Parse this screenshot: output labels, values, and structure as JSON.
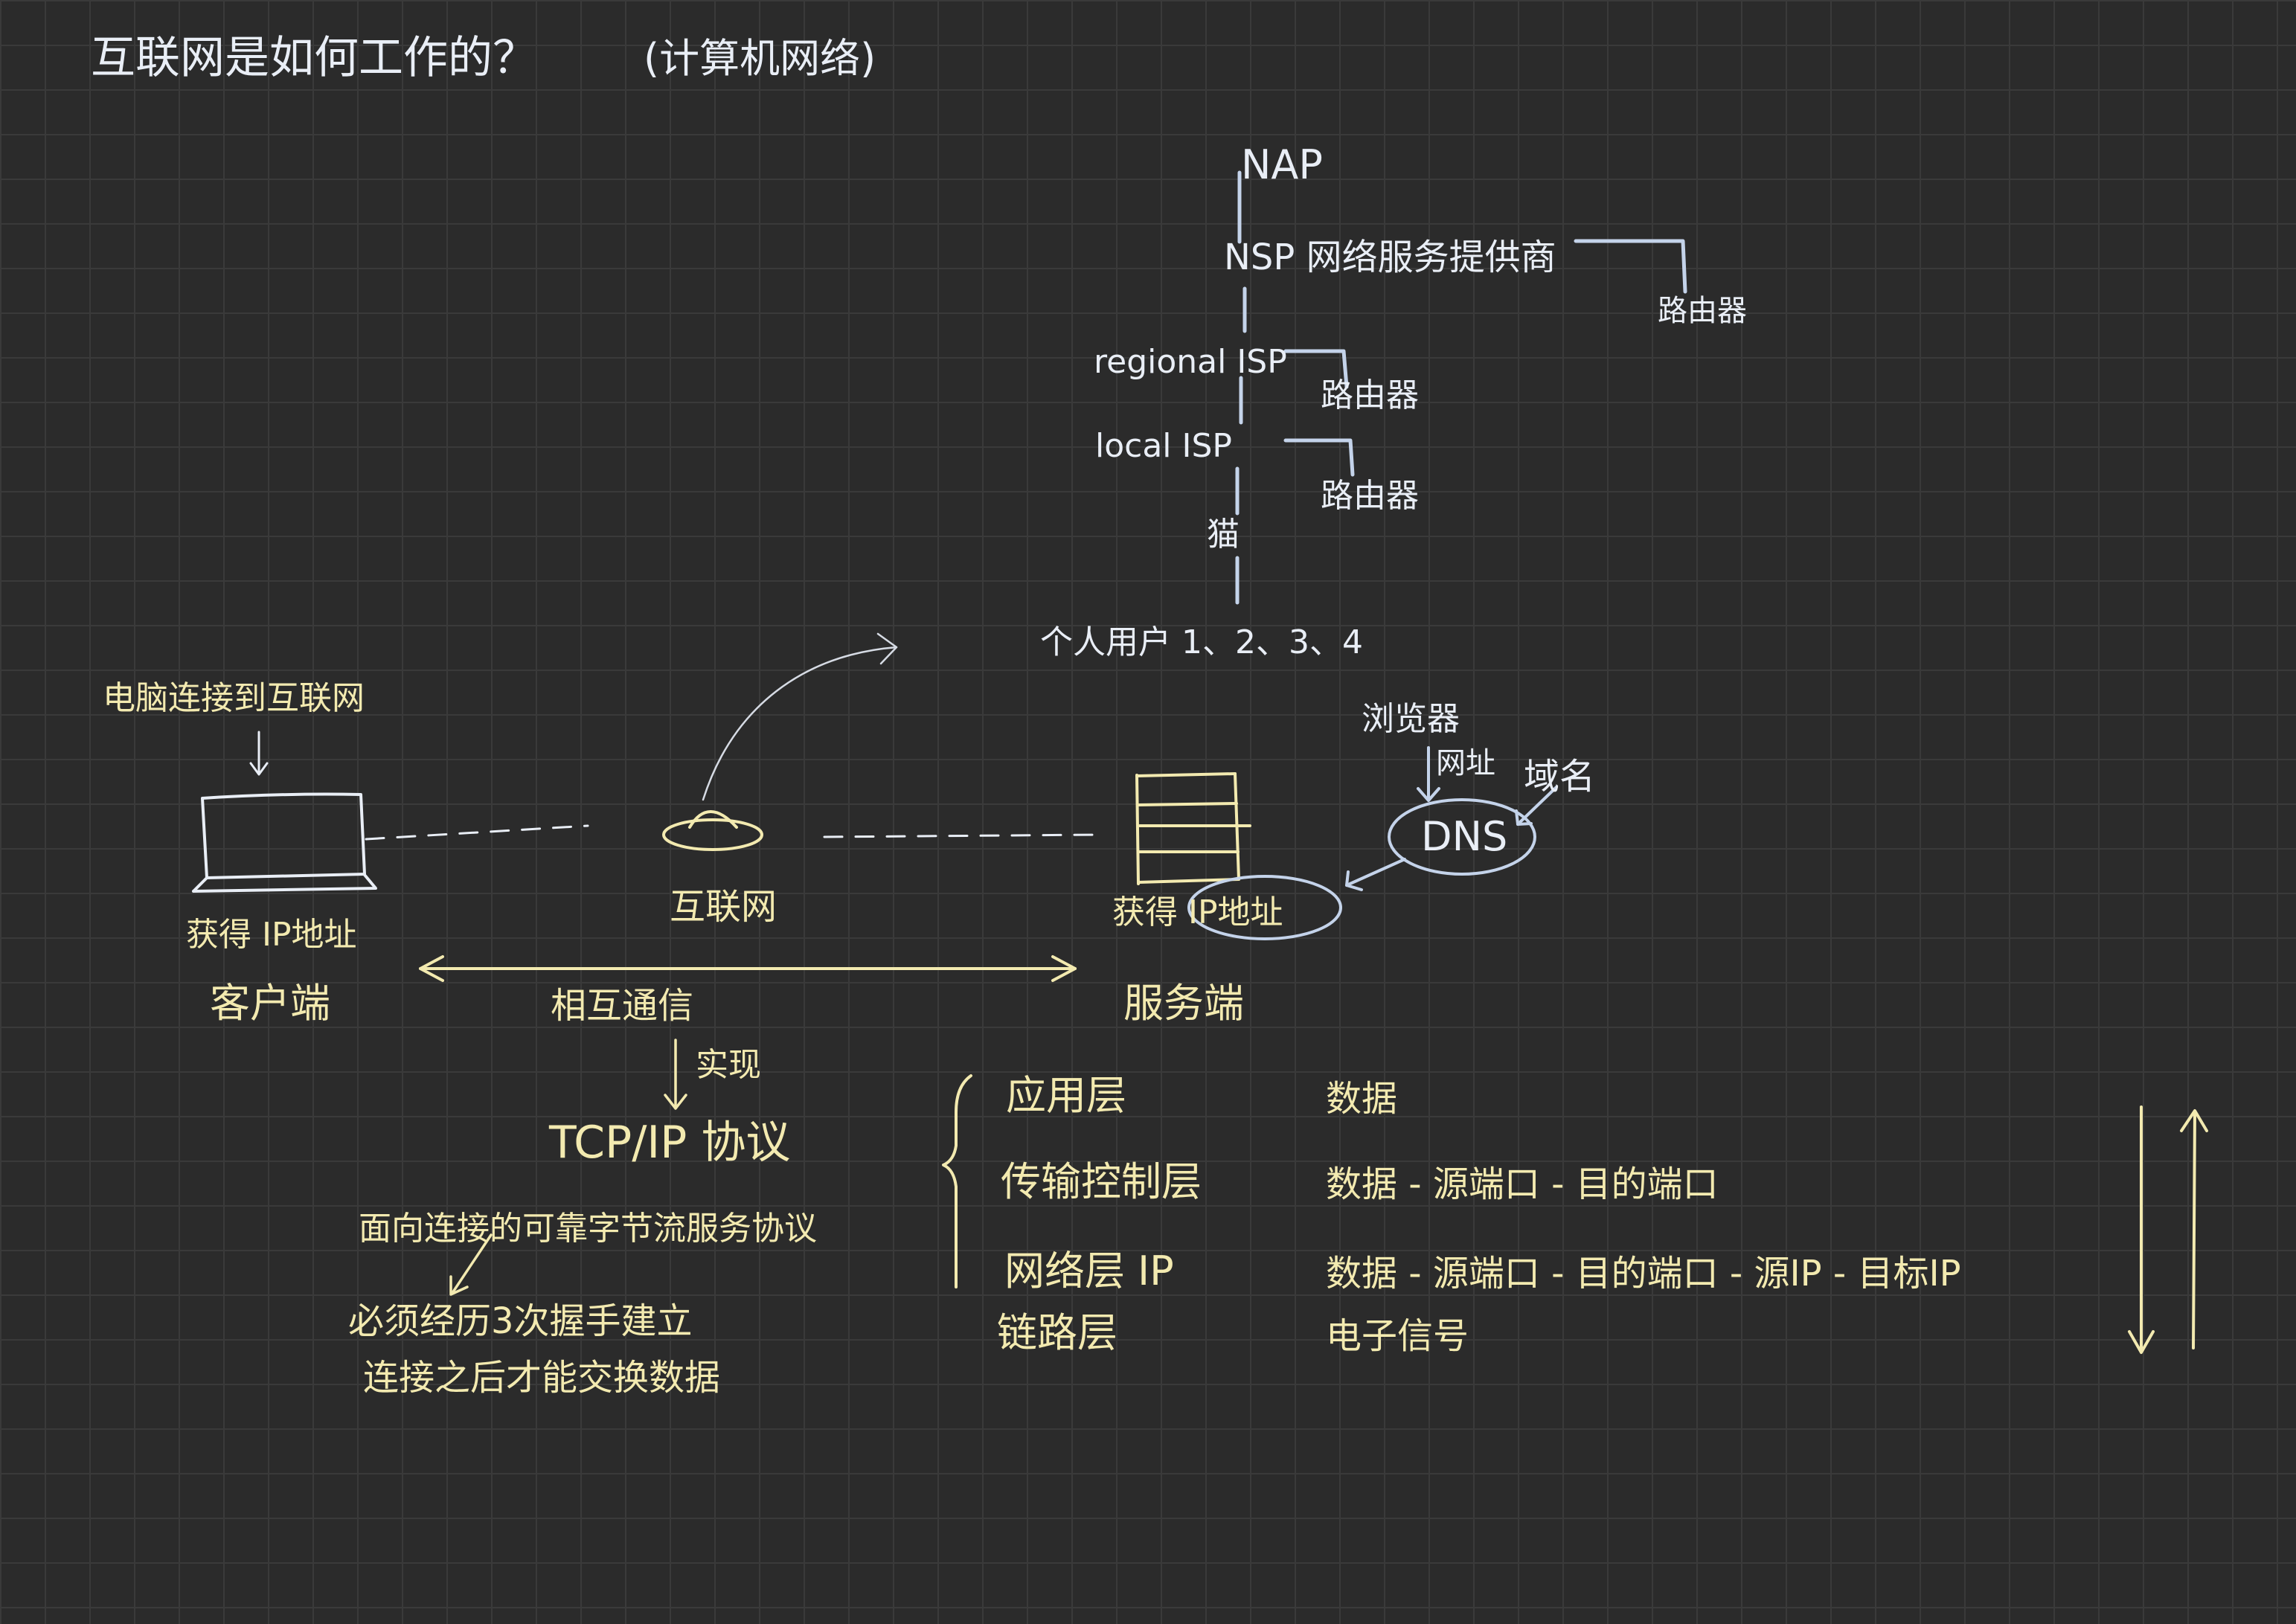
{
  "title": {
    "main": "互联网是如何工作的？",
    "sub": "(计算机网络)"
  },
  "hierarchy": {
    "nap": "NAP",
    "nsp": "NSP 网络服务提供商",
    "nsp_router": "路由器",
    "regional": "regional ISP",
    "regional_router": "路由器",
    "local": "local ISP",
    "local_router": "路由器",
    "modem": "猫",
    "users": "个人用户 1、2、3、4"
  },
  "network": {
    "pc_caption": "电脑连接到互联网",
    "client_ip": "获得 IP地址",
    "client_label": "客户端",
    "internet_label": "互联网",
    "server_ip": "获得 IP地址",
    "server_label": "服务端",
    "browser": "浏览器",
    "url": "网址",
    "domain": "域名",
    "dns": "DNS",
    "communicate": "相互通信",
    "implement": "实现",
    "protocol": "TCP/IP 协议",
    "tcp_desc": "面向连接的可靠字节流服务协议",
    "handshake_1": "必须经历3次握手建立",
    "handshake_2": "连接之后才能交换数据"
  },
  "layers": [
    {
      "name": "应用层",
      "data": "数据"
    },
    {
      "name": "传输控制层",
      "data": "数据 - 源端口 - 目的端口"
    },
    {
      "name": "网络层 IP",
      "data": "数据 - 源端口 - 目的端口 - 源IP - 目标IP"
    },
    {
      "name": "链路层",
      "data": "电子信号"
    }
  ],
  "colors": {
    "background": "#2b2b2b",
    "grid": "#3a3a3a",
    "ink_white": "#e9eef6",
    "ink_blue": "#c4d3ea",
    "ink_yellow": "#f3eab0"
  }
}
